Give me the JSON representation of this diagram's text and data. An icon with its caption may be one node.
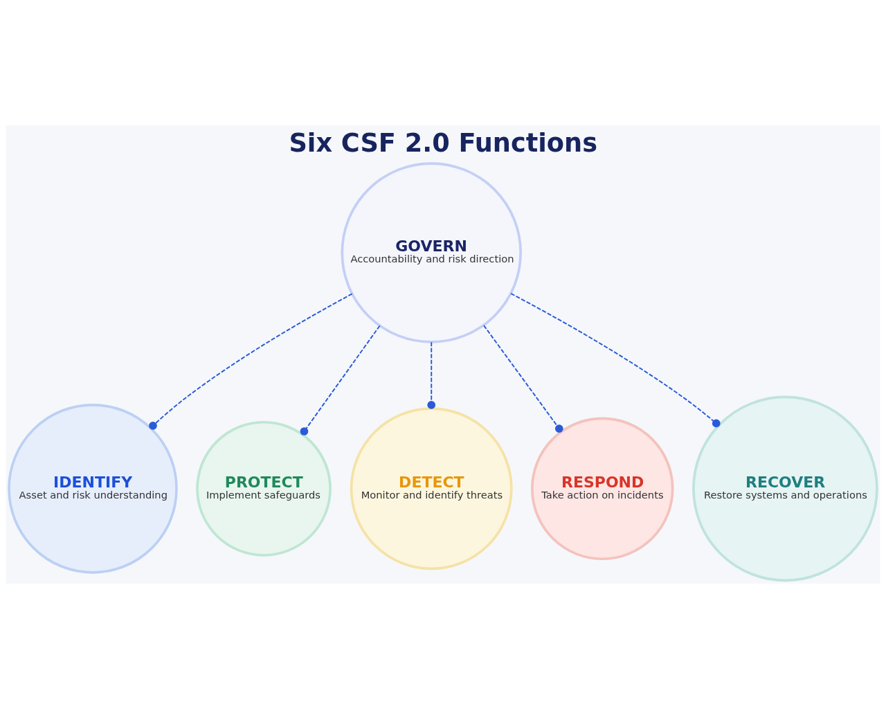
{
  "diagram": {
    "title": "Six CSF 2.0 Functions",
    "nodes": [
      {
        "text": [
          "GOVERN",
          "Accountability and risk direction"
        ]
      },
      {
        "text": [
          "IDENTIFY",
          "Asset and risk understanding"
        ]
      },
      {
        "text": [
          "PROTECT",
          "Implement safeguards"
        ]
      },
      {
        "text": [
          "DETECT",
          "Monitor and identify threats"
        ]
      },
      {
        "text": [
          "RESPOND",
          "Take action on incidents"
        ]
      },
      {
        "text": [
          "RECOVER",
          "Restore systems and operations"
        ]
      }
    ],
    "edges": [
      {
        "from": 0,
        "to": 1,
        "arrow": "other",
        "style": "dashed"
      },
      {
        "from": 0,
        "to": 2,
        "arrow": "other",
        "style": "dashed"
      },
      {
        "from": 0,
        "to": 3,
        "arrow": "other",
        "style": "dashed"
      },
      {
        "from": 0,
        "to": 4,
        "arrow": "other",
        "style": "dashed"
      },
      {
        "from": 0,
        "to": 5,
        "arrow": "other",
        "style": "dashed"
      }
    ]
  }
}
